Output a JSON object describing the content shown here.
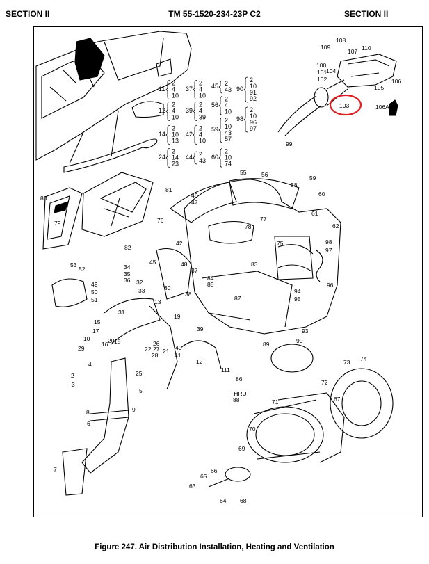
{
  "header": {
    "left": "SECTION II",
    "center": "TM 55-1520-234-23P C2",
    "right": "SECTION II"
  },
  "caption": "Figure 247.   Air Distribution Installation, Heating and Ventilation",
  "highlight": {
    "label": "103",
    "color": "#e02020"
  },
  "callout_groups": [
    {
      "id": "g11",
      "head": "11",
      "items": [
        "2",
        "4",
        "10"
      ]
    },
    {
      "id": "g12",
      "head": "12",
      "items": [
        "2",
        "4",
        "10"
      ]
    },
    {
      "id": "g14",
      "head": "14",
      "items": [
        "2",
        "10",
        "13"
      ]
    },
    {
      "id": "g24",
      "head": "24",
      "items": [
        "2",
        "14",
        "23"
      ]
    },
    {
      "id": "g37",
      "head": "37",
      "items": [
        "2",
        "4",
        "10"
      ]
    },
    {
      "id": "g39",
      "head": "39",
      "items": [
        "2",
        "4",
        "39"
      ]
    },
    {
      "id": "g42",
      "head": "42",
      "items": [
        "2",
        "4",
        "10"
      ]
    },
    {
      "id": "g44",
      "head": "44",
      "items": [
        "2",
        "43"
      ]
    },
    {
      "id": "g45",
      "head": "45",
      "items": [
        "2",
        "43"
      ]
    },
    {
      "id": "g56",
      "head": "56",
      "items": [
        "2",
        "4",
        "10"
      ]
    },
    {
      "id": "g59",
      "head": "59",
      "items": [
        "2",
        "10",
        "43",
        "57"
      ]
    },
    {
      "id": "g60",
      "head": "60",
      "items": [
        "2",
        "10",
        "74"
      ]
    },
    {
      "id": "g90",
      "head": "90",
      "items": [
        "2",
        "10",
        "91",
        "92"
      ]
    },
    {
      "id": "g98",
      "head": "98",
      "items": [
        "2",
        "10",
        "96",
        "97"
      ]
    }
  ],
  "labels": [
    "1",
    "2",
    "3",
    "4",
    "5",
    "6",
    "7",
    "8",
    "9",
    "10",
    "11",
    "12",
    "13",
    "15",
    "16",
    "17",
    "18",
    "19",
    "20",
    "21",
    "22",
    "25",
    "26",
    "27",
    "28",
    "29",
    "30",
    "31",
    "32",
    "33",
    "34",
    "35",
    "36",
    "37",
    "38",
    "39",
    "40",
    "41",
    "42",
    "45",
    "46",
    "47",
    "48",
    "49",
    "50",
    "51",
    "52",
    "53",
    "55",
    "56",
    "58",
    "59",
    "60",
    "61",
    "62",
    "63",
    "64",
    "65",
    "66",
    "67",
    "68",
    "69",
    "70",
    "71",
    "72",
    "73",
    "74",
    "75",
    "76",
    "77",
    "78",
    "79",
    "80",
    "81",
    "82",
    "83",
    "84",
    "85",
    "86",
    "87",
    "88",
    "89",
    "90",
    "93",
    "94",
    "95",
    "96",
    "97",
    "98",
    "99",
    "100",
    "101",
    "102",
    "104",
    "105",
    "106",
    "106A",
    "107",
    "108",
    "109",
    "110",
    "THRU"
  ]
}
